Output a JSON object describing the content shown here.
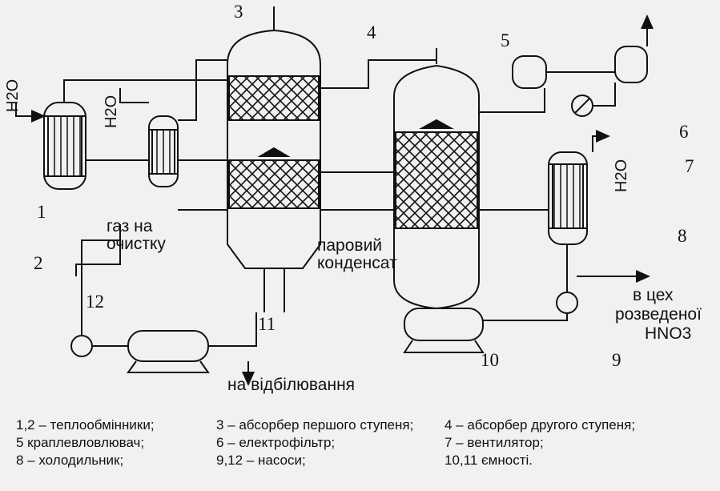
{
  "labels": {
    "water_left": "H2O",
    "water_mid": "H2O",
    "water_right": "H2O",
    "gas_cleaning": "газ на\nочистку",
    "steam_condensate": "паровий\nконденсат",
    "to_bleaching": "на відбілювання",
    "to_shop_line1": "в цех",
    "to_shop_line2": "розведеної",
    "to_shop_line3": "HNO3"
  },
  "numbers": [
    "1",
    "2",
    "3",
    "4",
    "5",
    "6",
    "7",
    "8",
    "9",
    "10",
    "11",
    "12"
  ],
  "legend": {
    "row1": [
      "1,2 – теплообмінники;",
      "3 – абсорбер першого ступеня;",
      "4 – абсорбер другого ступеня;"
    ],
    "row2": [
      "5   краплевловлювач;",
      "6 – електрофільтр;",
      "7 – вентилятор;"
    ],
    "row3": [
      "8 – холодильник;",
      "9,12 – насоси;",
      "10,11 ємності."
    ]
  }
}
